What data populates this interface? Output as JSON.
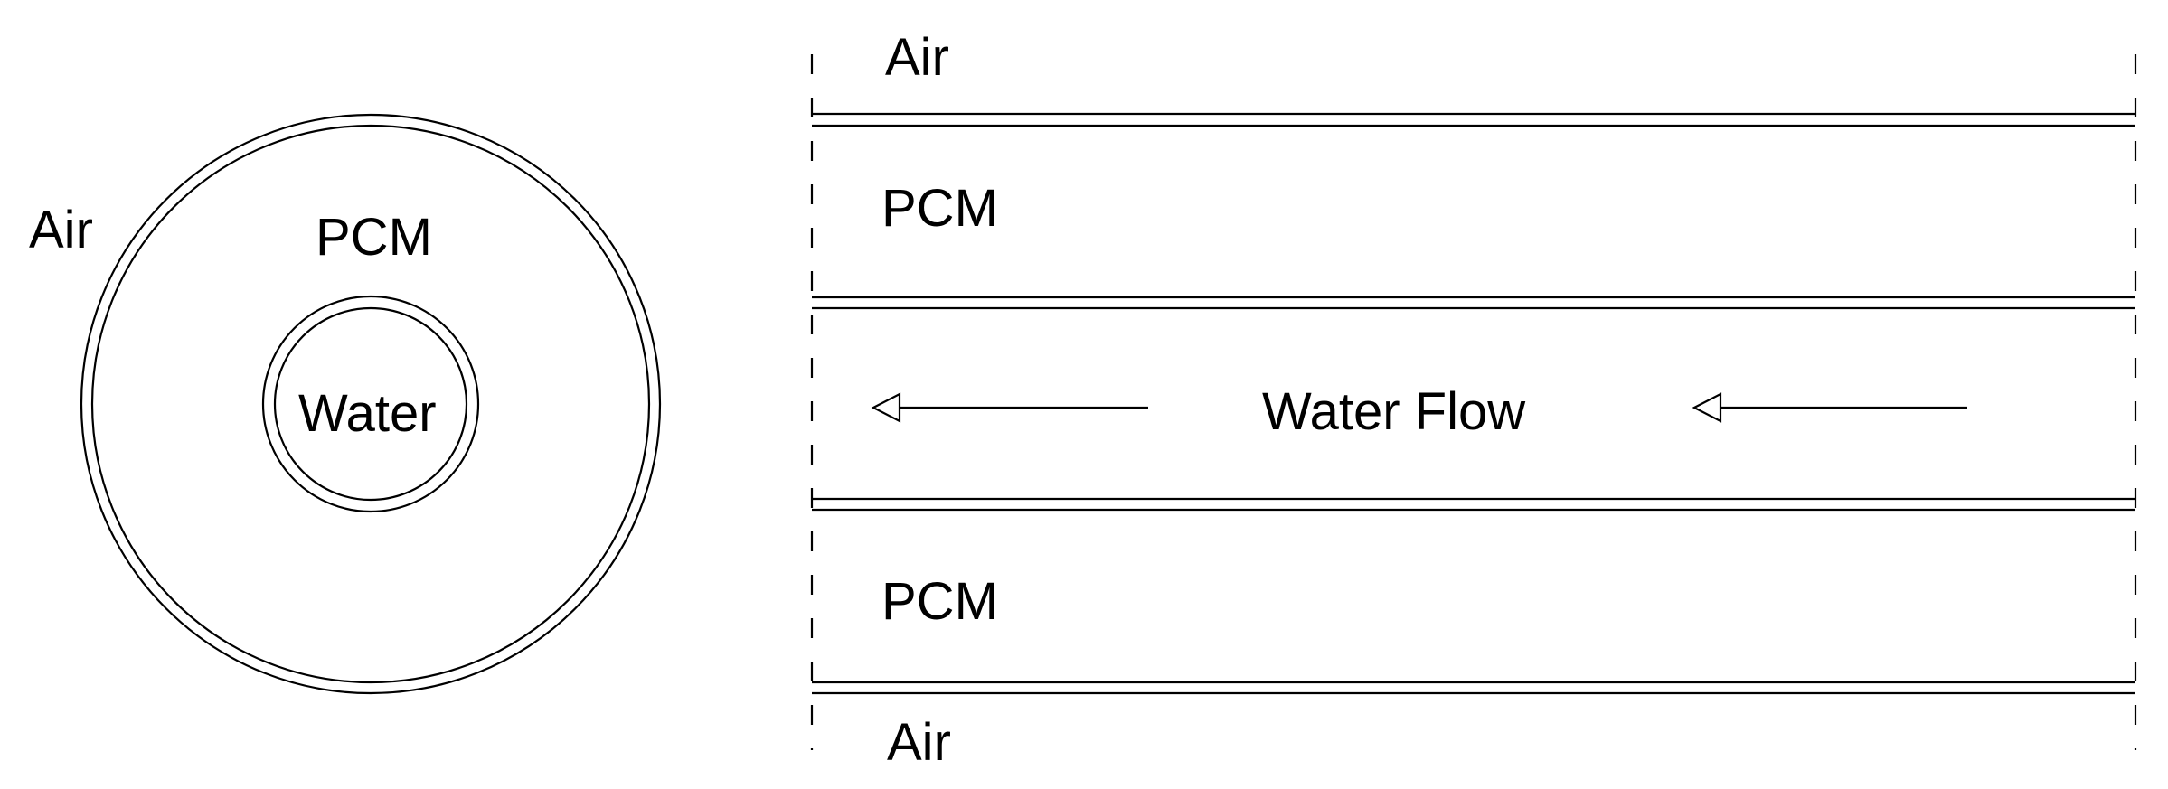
{
  "cross_section": {
    "outer_label": "Air",
    "middle_label": "PCM",
    "inner_label": "Water"
  },
  "longitudinal_section": {
    "top_label": "Air",
    "upper_layer_label": "PCM",
    "center_label": "Water Flow",
    "lower_layer_label": "PCM",
    "bottom_label": "Air",
    "flow_direction": "left"
  },
  "colors": {
    "line": "#000000",
    "background": "#ffffff"
  }
}
